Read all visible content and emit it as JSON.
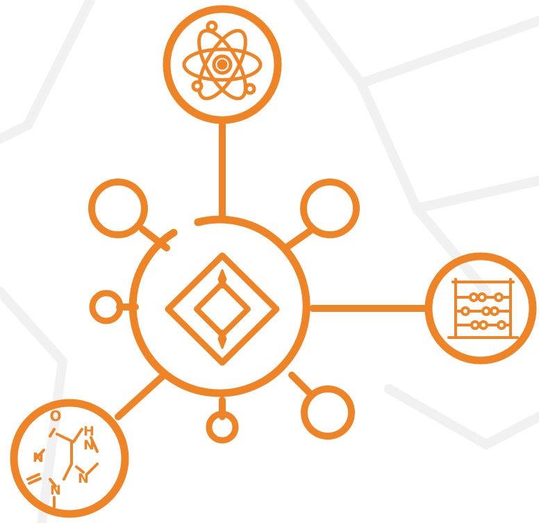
{
  "colors": {
    "accent": "#EF8426",
    "background": "#FFFFFF",
    "watermark": "#F1F1F1"
  },
  "icons": {
    "hub": "diamond-icon",
    "top": "atom-icon",
    "right": "abacus-icon",
    "bottom_left": "molecule-icon"
  },
  "molecule": {
    "labels": [
      "O",
      "H",
      "N",
      "N",
      "N",
      "N"
    ]
  }
}
